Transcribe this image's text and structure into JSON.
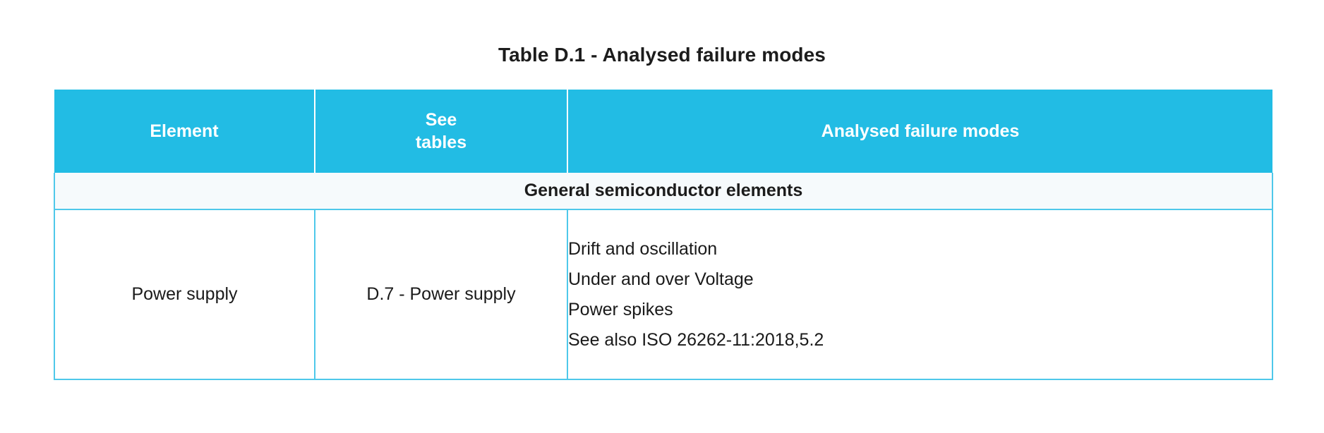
{
  "title": "Table D.1 - Analysed failure modes",
  "colors": {
    "header_bg": "#22bce4",
    "header_text": "#ffffff",
    "section_bg": "#f6fafc",
    "border": "#4ec8ea",
    "body_text": "#1a1a1a",
    "page_bg": "#ffffff"
  },
  "table": {
    "columns": [
      {
        "label": "Element"
      },
      {
        "label": "See\ntables",
        "line1": "See",
        "line2": "tables"
      },
      {
        "label": "Analysed failure modes"
      }
    ],
    "sections": [
      {
        "heading": "General semiconductor elements",
        "rows": [
          {
            "element": "Power supply",
            "see_tables": "D.7 - Power supply",
            "failure_modes": [
              "Drift and oscillation",
              "Under and over Voltage",
              "Power spikes",
              "See also ISO 26262-11:2018,5.2"
            ]
          }
        ]
      }
    ]
  }
}
